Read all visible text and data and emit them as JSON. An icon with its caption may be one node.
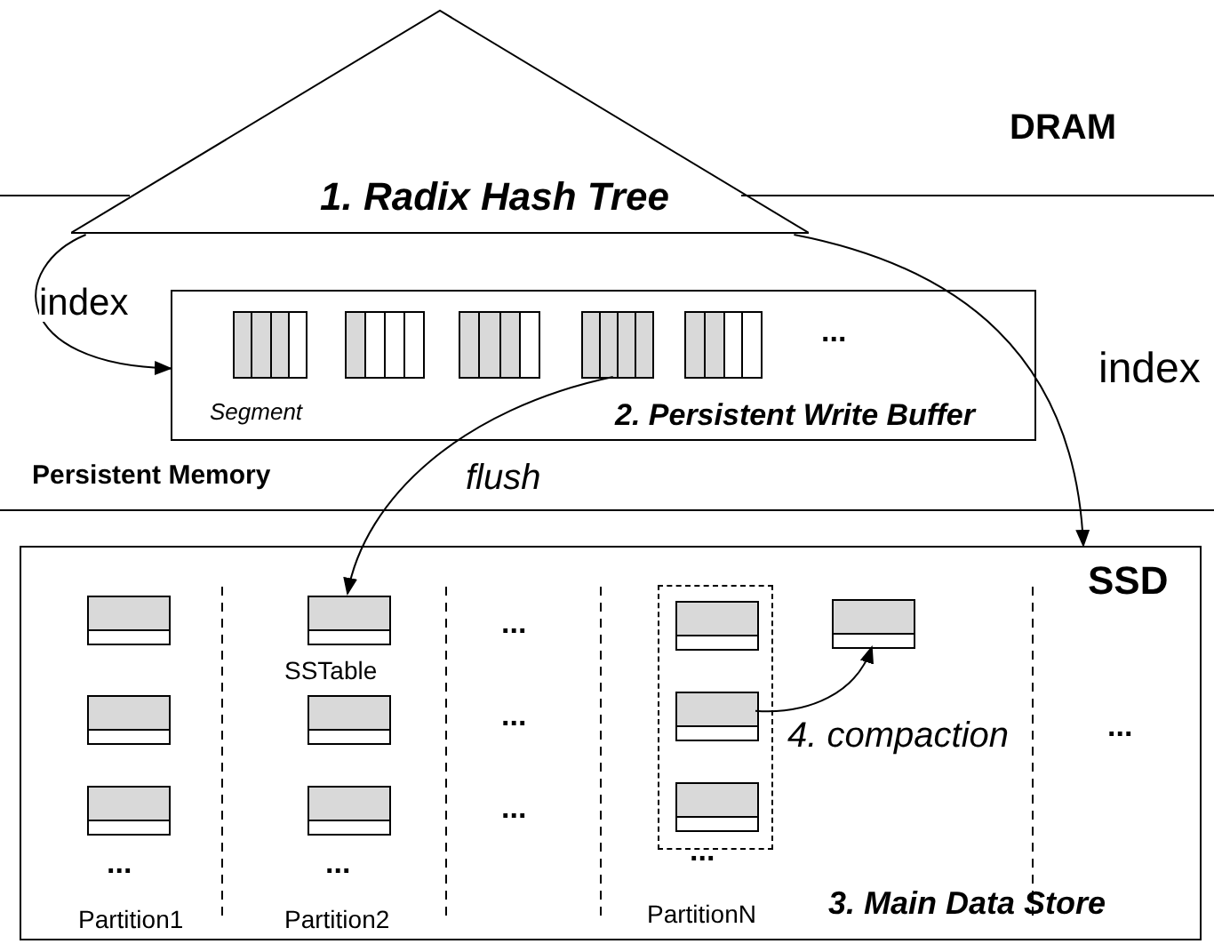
{
  "diagram": {
    "nodes": [
      {
        "text": [
          "1. Radix Hash Tree"
        ]
      },
      {
        "text": [
          "2. Persistent Write Buffer"
        ]
      },
      {
        "text": [],
        "shape": "box",
        "in": 1,
        "beside": [
          "Segment"
        ]
      },
      {
        "text": [],
        "shape": "box",
        "in": 1
      },
      {
        "text": [],
        "shape": "box",
        "in": 1
      },
      {
        "text": [],
        "shape": "box",
        "in": 1
      },
      {
        "text": [],
        "shape": "box",
        "in": 1
      },
      {
        "text": [
          "3. Main Data Store"
        ]
      },
      {
        "text": [],
        "shape": "box",
        "in": 7
      },
      {
        "text": [],
        "shape": "box",
        "in": 7
      },
      {
        "text": [],
        "shape": "box",
        "in": 7
      },
      {
        "text": [],
        "shape": "box",
        "in": 7
      },
      {
        "text": [],
        "shape": "box",
        "in": 7,
        "beside": [
          "SSTable"
        ]
      },
      {
        "text": [],
        "shape": "box",
        "in": 7
      },
      {
        "text": [],
        "shape": "box",
        "in": 7
      },
      {
        "text": [],
        "shape": "box",
        "in": 8
      },
      {
        "text": [],
        "shape": "box",
        "in": 8
      },
      {
        "text": [],
        "shape": "box",
        "in": 8
      },
      {
        "text": [],
        "shape": "box",
        "in": 7
      }
    ],
    "edges": [
      {
        "from": 0,
        "to": 1,
        "arrow": "to",
        "label": "index"
      },
      {
        "from": 0,
        "to": 7,
        "arrow": "to",
        "label": "index"
      },
      {
        "from": 5,
        "to": 12,
        "arrow": "to",
        "label": "flush"
      },
      {
        "from": 16,
        "to": 18,
        "arrow": "to",
        "label": "4. compaction"
      }
    ],
    "labels": [
      "DRAM",
      "...",
      "Persistent Memory",
      "SSD",
      "...",
      "...",
      "...",
      "...",
      "...",
      "...",
      "...",
      "Partition1",
      "Partition2",
      "PartitionN"
    ]
  }
}
